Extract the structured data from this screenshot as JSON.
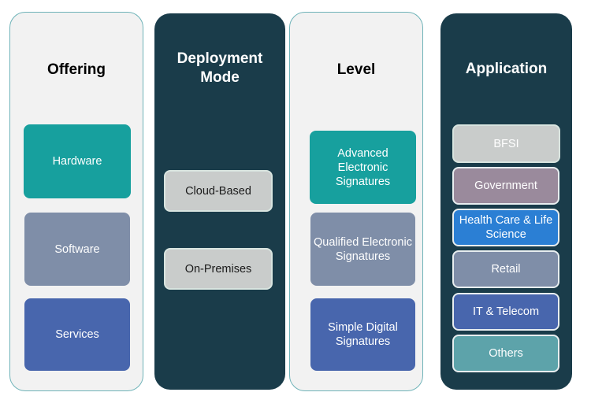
{
  "columns": [
    {
      "title": "Offering",
      "theme": "light",
      "items": [
        {
          "label": "Hardware",
          "color": "#17a09e"
        },
        {
          "label": "Software",
          "color": "#7f8ea8"
        },
        {
          "label": "Services",
          "color": "#4866ad"
        }
      ]
    },
    {
      "title": "Deployment Mode",
      "theme": "dark",
      "items": [
        {
          "label": "Cloud-Based",
          "color": "#c9cccb"
        },
        {
          "label": "On-Premises",
          "color": "#c9cccb"
        }
      ]
    },
    {
      "title": "Level",
      "theme": "light",
      "items": [
        {
          "label": "Advanced Electronic Signatures",
          "color": "#17a09e"
        },
        {
          "label": "Qualified Electronic Signatures",
          "color": "#7f8ea8"
        },
        {
          "label": "Simple Digital Signatures",
          "color": "#4866ad"
        }
      ]
    },
    {
      "title": "Application",
      "theme": "dark",
      "items": [
        {
          "label": "BFSI",
          "color": "#c9cccb"
        },
        {
          "label": "Government",
          "color": "#9a8a9c"
        },
        {
          "label": "Health Care & Life Science",
          "color": "#2b7fd4"
        },
        {
          "label": "Retail",
          "color": "#7f8ea8"
        },
        {
          "label": "IT & Telecom",
          "color": "#4866ad"
        },
        {
          "label": "Others",
          "color": "#5da3aa"
        }
      ]
    }
  ]
}
